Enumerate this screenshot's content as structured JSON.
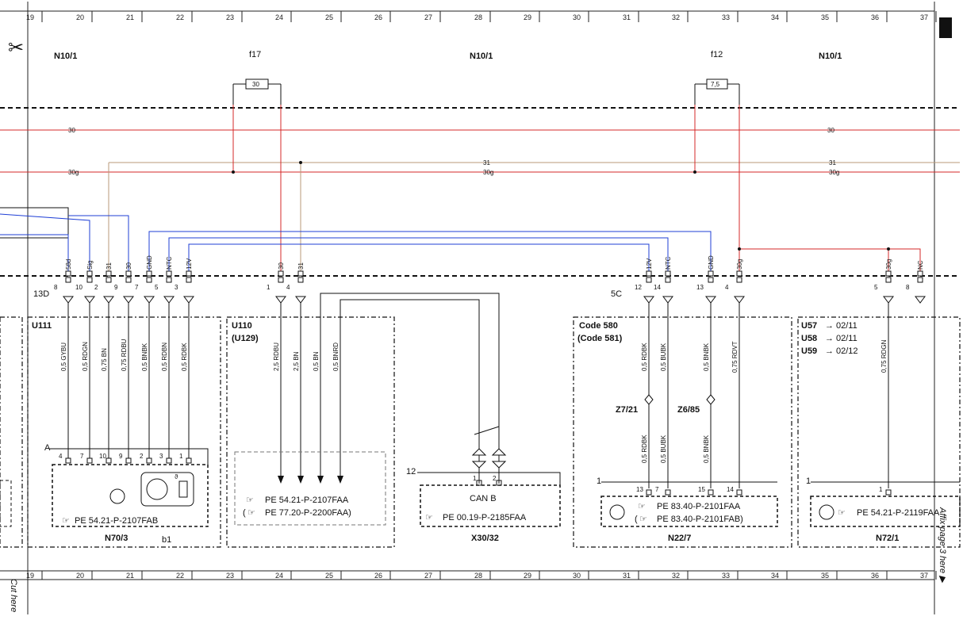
{
  "grid_numbers": [
    "19",
    "20",
    "21",
    "22",
    "23",
    "24",
    "25",
    "26",
    "27",
    "28",
    "29",
    "30",
    "31",
    "32",
    "33",
    "34",
    "35",
    "36",
    "37"
  ],
  "components": {
    "left": "N10/1",
    "middle": "N10/1",
    "right": "N10/1"
  },
  "fuses": {
    "f17": {
      "name": "f17",
      "rating": "30"
    },
    "f12": {
      "name": "f12",
      "rating": "7,5"
    }
  },
  "bus_lines": {
    "l30": "30",
    "l31": "31",
    "l30g": "30g"
  },
  "connectors": {
    "left_name": "13D",
    "right_name": "5C"
  },
  "pins_left": [
    {
      "num": "8",
      "label": "58d"
    },
    {
      "num": "10",
      "label": "Sig"
    },
    {
      "num": "2",
      "label": "31"
    },
    {
      "num": "9",
      "label": "30"
    },
    {
      "num": "7",
      "label": "GND"
    },
    {
      "num": "5",
      "label": "NTC"
    },
    {
      "num": "3",
      "label": "12V"
    }
  ],
  "pins_middle": [
    {
      "num": "1",
      "label": "30"
    },
    {
      "num": "4",
      "label": "31"
    }
  ],
  "pins_right": [
    {
      "num": "12",
      "label": "12V"
    },
    {
      "num": "14",
      "label": "NTC"
    },
    {
      "num": "13",
      "label": "GND"
    },
    {
      "num": "4",
      "label": "30g"
    }
  ],
  "pins_far_right": [
    {
      "num": "5",
      "label": "30g"
    },
    {
      "num": "8",
      "label": "NC"
    }
  ],
  "boxes": {
    "u111": {
      "title": "U111"
    },
    "u110": {
      "title": "U110",
      "subtitle": "(U129)"
    },
    "code580": {
      "title": "Code 580",
      "subtitle": "(Code 581)"
    },
    "u57": {
      "rows": [
        {
          "code": "U57",
          "ref": "02/11"
        },
        {
          "code": "U58",
          "ref": "02/11"
        },
        {
          "code": "U59",
          "ref": "02/12"
        }
      ]
    }
  },
  "wires": {
    "u111": [
      "0,5 GYBU",
      "0,5 RDGN",
      "0,75 BN",
      "0,75 RDBU",
      "0,5 BNBK",
      "0,5 RDBN",
      "0,5 RDBK"
    ],
    "u110": [
      "2,5 RDBU",
      "2,5 BN",
      "0,5 BN",
      "0,5 BNRD"
    ],
    "code580_upper": [
      "0,5 RDBK",
      "0,5 BUBK",
      "0,5 BNBK",
      "0,75 RDVT"
    ],
    "code580_lower": [
      "0,5 RDBK",
      "0,5 BNBK"
    ],
    "far_right": "0,75 RDGN"
  },
  "splices": {
    "z7": "Z7/21",
    "z6": "Z6/85"
  },
  "devices": {
    "n70": {
      "conn_letter": "A",
      "pins": [
        "4",
        "7",
        "10",
        "9",
        "2",
        "3",
        "1"
      ],
      "ref": "PE 54.21-P-2107FAB",
      "name": "N70/3",
      "extra": "b1",
      "theta": "ϑ"
    },
    "u110dev": {
      "ref1": "PE 54.21-P-2107FAA",
      "ref2_open": "(",
      "ref2": "PE 77.20-P-2200FAA)"
    },
    "canb": {
      "conn_num": "12",
      "pins": [
        "1",
        "2"
      ],
      "title": "CAN B",
      "ref": "PE 00.19-P-2185FAA",
      "name": "X30/32"
    },
    "n22": {
      "conn_num": "1",
      "pins": [
        "13",
        "7",
        "15",
        "14"
      ],
      "ref1": "PE 83.40-P-2101FAA",
      "ref2_open": "(",
      "ref2": "PE 83.40-P-2101FAB)",
      "name": "N22/7"
    },
    "n72": {
      "conn_num": "1",
      "pins": [
        "1"
      ],
      "ref": "PE 54.21-P-2119FAA",
      "name": "N72/1"
    }
  },
  "margin_text": {
    "cut": "Cut here",
    "affix": "Affix page 3 here ▶"
  },
  "colors": {
    "red": "#d62828",
    "tan": "#b89a7a",
    "blue": "#1f3fd6",
    "black": "#111111",
    "label_blue": "#1f2fd6"
  }
}
